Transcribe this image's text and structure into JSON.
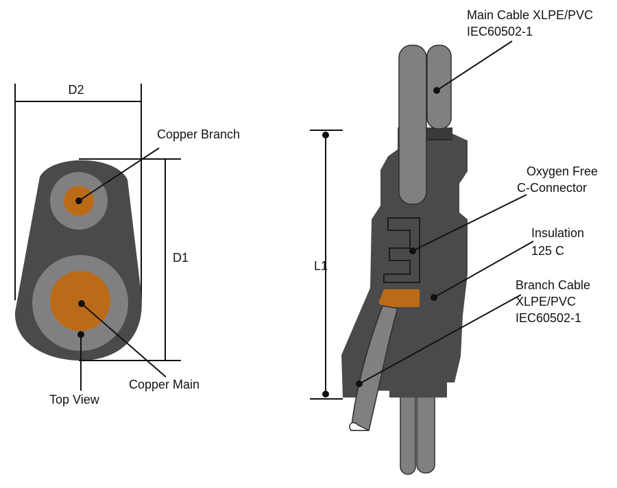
{
  "labels": {
    "d2": "D2",
    "d1": "D1",
    "l1": "L1",
    "copper_branch": "Copper Branch",
    "copper_main": "Copper Main",
    "top_view": "Top View",
    "main_cable_line1": "Main Cable XLPE/PVC",
    "main_cable_line2": "IEC60502-1",
    "oxygen_line1": "Oxygen Free",
    "oxygen_line2": "C-Connector",
    "insulation_line1": "Insulation",
    "insulation_line2": "125 C",
    "branch_line1": "Branch Cable",
    "branch_line2": "XLPE/PVC",
    "branch_line3": "IEC60502-1"
  },
  "colors": {
    "body": "#4a4a4c",
    "cable": "#808083",
    "copper": "#bb6b18",
    "ink": "#111111"
  }
}
